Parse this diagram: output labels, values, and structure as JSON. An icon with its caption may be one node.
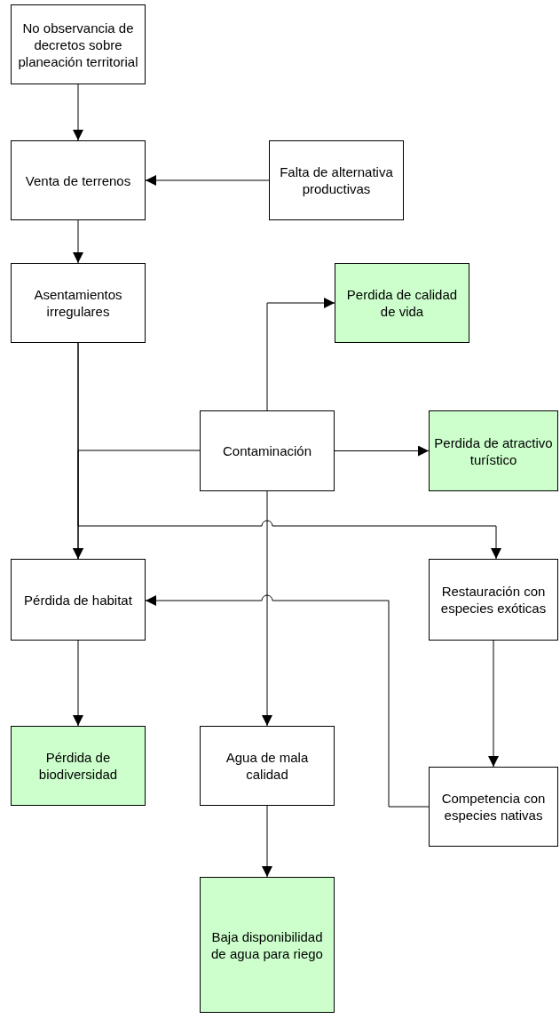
{
  "diagram": {
    "nodes": [
      {
        "text": [
          "No observancia de decretos sobre planeación territorial"
        ]
      },
      {
        "text": [
          "Venta de terrenos"
        ]
      },
      {
        "text": [
          "Falta de alternativa productivas"
        ]
      },
      {
        "text": [
          "Asentamientos irregulares"
        ]
      },
      {
        "text": [
          "Perdida de calidad de vida"
        ]
      },
      {
        "text": [
          "Contaminación"
        ]
      },
      {
        "text": [
          "Perdida de atractivo turístico"
        ]
      },
      {
        "text": [
          "Restauración con especies exóticas"
        ]
      },
      {
        "text": [
          "Pérdida de habitat"
        ]
      },
      {
        "text": [
          "Pérdida de biodiversidad"
        ]
      },
      {
        "text": [
          "Agua de mala calidad"
        ]
      },
      {
        "text": [
          "Competencia con especies nativas"
        ]
      },
      {
        "text": [
          "Baja disponibilidad de agua para riego"
        ]
      }
    ],
    "edges": [
      {
        "from": 0,
        "to": 1,
        "arrow": "to"
      },
      {
        "from": 2,
        "to": 1,
        "arrow": "to"
      },
      {
        "from": 1,
        "to": 3,
        "arrow": "to"
      },
      {
        "from": 3,
        "to": 8,
        "arrow": "to"
      },
      {
        "from": 5,
        "to": 8,
        "arrow": "to"
      },
      {
        "from": 5,
        "to": 4,
        "arrow": "to"
      },
      {
        "from": 5,
        "to": 6,
        "arrow": "to"
      },
      {
        "from": 3,
        "to": 7,
        "arrow": "to"
      },
      {
        "from": 5,
        "to": 10,
        "arrow": "to"
      },
      {
        "from": 7,
        "to": 11,
        "arrow": "to"
      },
      {
        "from": 11,
        "to": 8,
        "arrow": "to"
      },
      {
        "from": 8,
        "to": 9,
        "arrow": "to"
      },
      {
        "from": 10,
        "to": 12,
        "arrow": "to"
      }
    ]
  }
}
